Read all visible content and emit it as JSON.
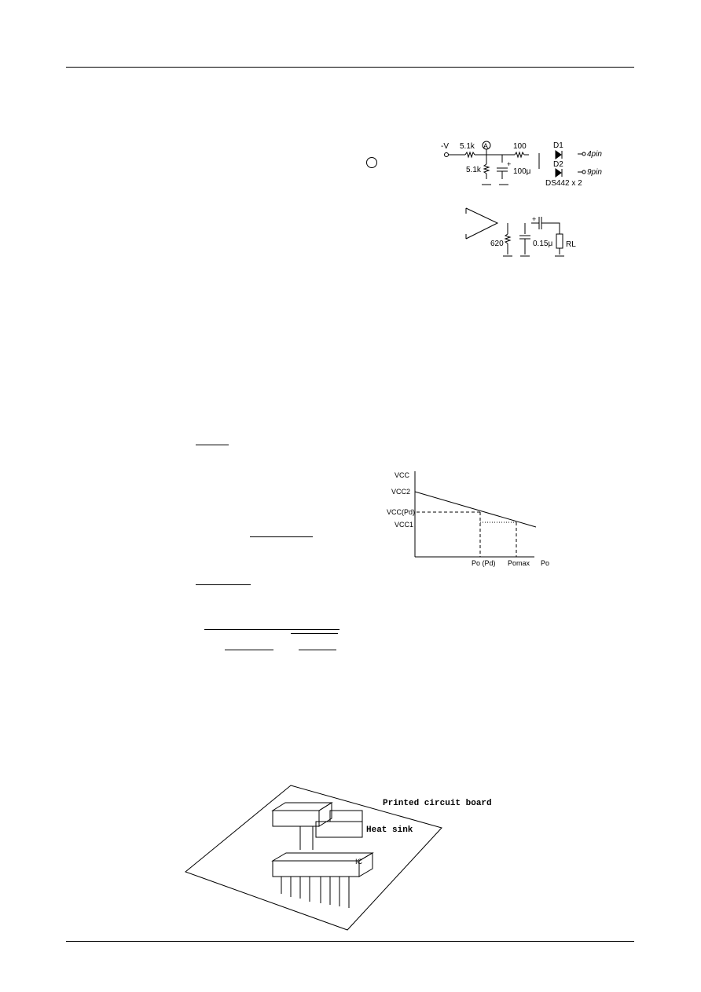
{
  "schematic1": {
    "neg_v": "-V",
    "r1": "5.1k",
    "node_a": "A",
    "r2": "100",
    "d1": "D1",
    "d2": "D2",
    "pin4": "4pin",
    "pin9": "9pin",
    "r3": "5.1k",
    "cap_plus": "+",
    "c1": "100μ",
    "diodes": "DS442 x 2"
  },
  "schematic2": {
    "r620": "620",
    "c015": "0.15μ",
    "cap_plus": "+",
    "rl": "RL"
  },
  "graph": {
    "y_axis_label": "VCC",
    "vcc2": "VCC2",
    "vccpd": "VCC(Pd)",
    "vcc1": "VCC1",
    "x_po_pd": "Po (Pd)",
    "x_pomax": "Pomax",
    "x_axis_label": "Po"
  },
  "pcb": {
    "board_label": "Printed circuit board",
    "heatsink_label": "Heat sink",
    "ic_label": "IC"
  }
}
